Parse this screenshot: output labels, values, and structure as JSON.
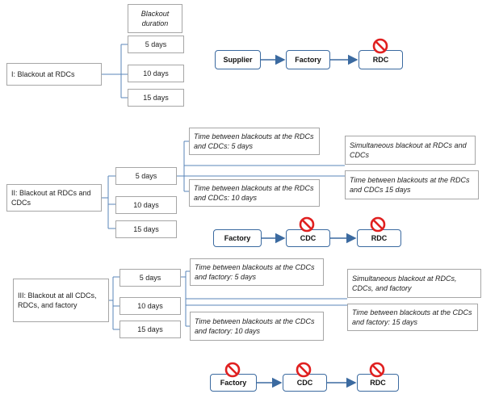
{
  "section1": {
    "label": "I: Blackout at RDCs",
    "header": "Blackout duration",
    "durations": [
      "5 days",
      "10 days",
      "15 days"
    ],
    "flow": [
      "Supplier",
      "Factory",
      "RDC"
    ]
  },
  "section2": {
    "label": "II: Blackout at RDCs and CDCs",
    "durations": [
      "5 days",
      "10 days",
      "15 days"
    ],
    "notes": [
      "Time between blackouts at the RDCs and CDCs: 5 days",
      "Time between blackouts at the RDCs and CDCs: 10 days",
      "Simultaneous blackout at RDCs and CDCs",
      "Time between blackouts at the RDCs and CDCs 15 days"
    ],
    "flow": [
      "Factory",
      "CDC",
      "RDC"
    ]
  },
  "section3": {
    "label": "III: Blackout at all CDCs, RDCs, and factory",
    "durations": [
      "5 days",
      "10 days",
      "15 days"
    ],
    "notes": [
      "Time between blackouts at the CDCs and factory: 5 days",
      "Time between blackouts at the CDCs and factory: 10 days",
      "Simultaneous blackout at RDCs, CDCs, and factory",
      "Time between blackouts at the CDCs and factory: 15 days"
    ],
    "flow": [
      "Factory",
      "CDC",
      "RDC"
    ]
  },
  "icons": {
    "blackout": "no-entry-icon"
  },
  "colors": {
    "node_border": "#3b6aa0",
    "box_border": "#a6a6a6",
    "connector": "#5a86b8",
    "no_entry": "#e02020"
  }
}
